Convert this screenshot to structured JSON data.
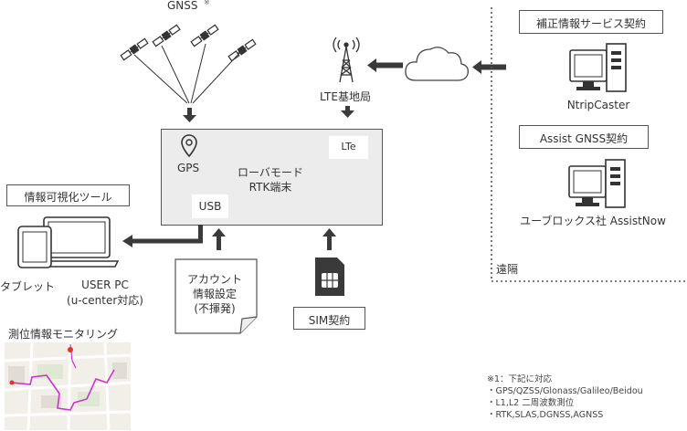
{
  "gnss": {
    "label": "GNSS",
    "mark": "※"
  },
  "base_station": {
    "label": "LTE基地局"
  },
  "rover": {
    "gps_label": "GPS",
    "name_line1": "ローバモード",
    "name_line2": "RTK端末",
    "usb_label": "USB",
    "lte_label": "LTe"
  },
  "remote": {
    "correction_contract": "補正情報サービス契約",
    "ntrip_caster": "NtripCaster",
    "assist_contract": "Assist GNSS契約",
    "assistnow": "ユーブロックス社 AssistNow",
    "area_label": "遠隔"
  },
  "viz": {
    "tool_label": "情報可視化ツール",
    "tablet_label": "タブレット",
    "user_pc_line1": "USER PC",
    "user_pc_line2": "(u-center対応)"
  },
  "account": {
    "line1": "アカウント",
    "line2": "情報設定",
    "line3": "(不揮発)"
  },
  "sim": {
    "label": "SIM契約"
  },
  "monitoring": {
    "label": "測位情報モニタリング"
  },
  "notes": {
    "title": "※1：下記に対応",
    "line1": "・GPS/QZSS/Glonass/Galileo/Beidou",
    "line2": "・L1,L2 二周波数測位",
    "line3": "・RTK,SLAS,DGNSS,AGNSS"
  },
  "colors": {
    "arrow": "#3a3a3a",
    "rover_fill": "#ececec",
    "map_route": "#cc33cc"
  }
}
